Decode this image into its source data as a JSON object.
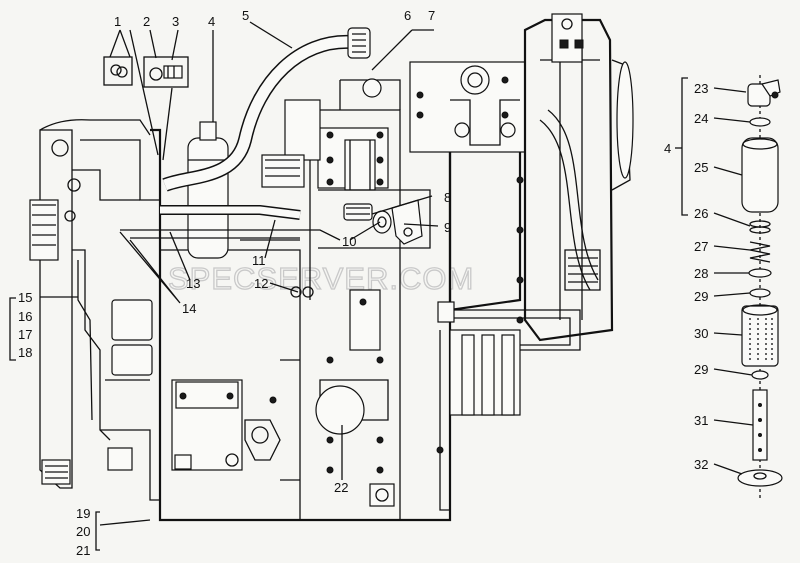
{
  "watermark": "SPECSERVER.COM",
  "callouts": {
    "c1": "1",
    "c2": "2",
    "c3": "3",
    "c4": "4",
    "c5": "5",
    "c6": "6",
    "c7": "7",
    "c8": "8",
    "c9": "9",
    "c10": "10",
    "c11": "11",
    "c12": "12",
    "c13": "13",
    "c14": "14",
    "c15": "15",
    "c16": "16",
    "c17": "17",
    "c18": "18",
    "c19": "19",
    "c20": "20",
    "c21": "21",
    "c22": "22",
    "c23": "23",
    "c24": "24",
    "c25": "25",
    "c26": "26",
    "c27": "27",
    "c28": "28",
    "c29a": "29",
    "c30": "30",
    "c29b": "29",
    "c31": "31",
    "c32": "32",
    "c4b": "4"
  }
}
